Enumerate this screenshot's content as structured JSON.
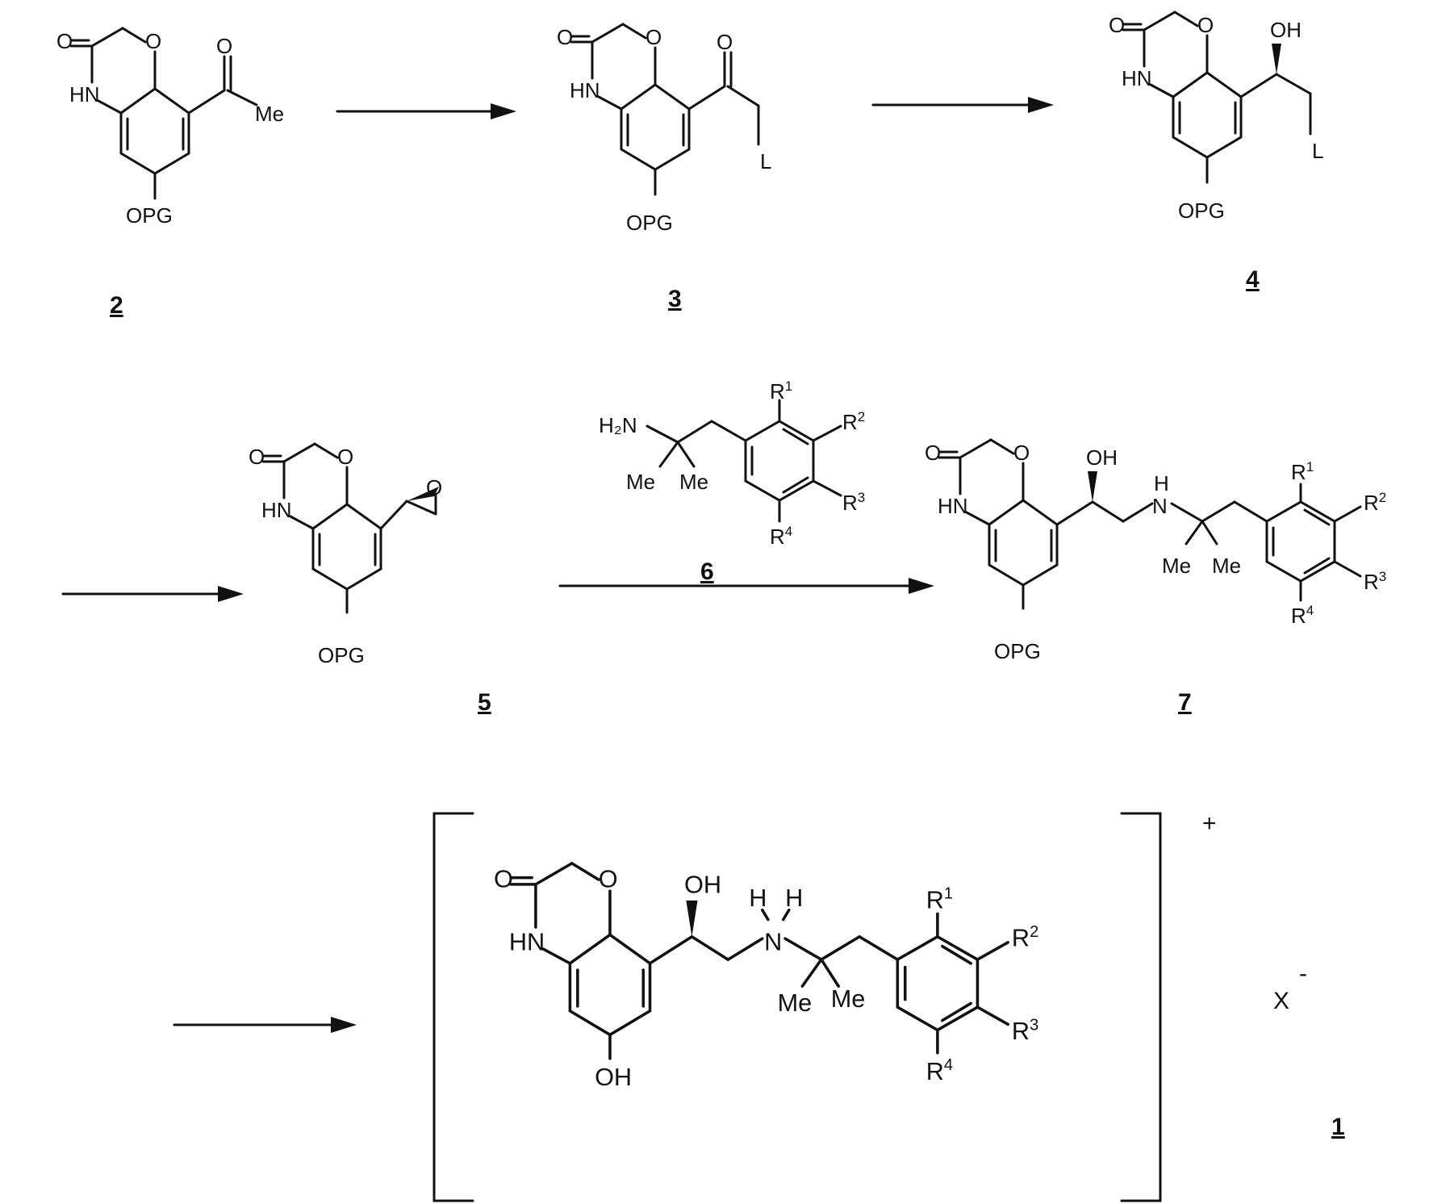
{
  "compounds": [
    {
      "id": "2",
      "labels": [
        "O",
        "O",
        "HN",
        "O",
        "Me",
        "OPG"
      ]
    },
    {
      "id": "3",
      "labels": [
        "O",
        "O",
        "HN",
        "O",
        "L",
        "OPG"
      ]
    },
    {
      "id": "4",
      "labels": [
        "O",
        "O",
        "HN",
        "OH",
        "L",
        "OPG"
      ]
    },
    {
      "id": "5",
      "labels": [
        "O",
        "O",
        "HN",
        "O",
        "OPG"
      ]
    },
    {
      "id": "6",
      "labels": [
        "H₂N",
        "Me",
        "Me",
        "R",
        "R",
        "R",
        "R"
      ],
      "superscripts": [
        "1",
        "2",
        "3",
        "4"
      ]
    },
    {
      "id": "7",
      "labels": [
        "O",
        "O",
        "HN",
        "OH",
        "H",
        "N",
        "Me",
        "Me",
        "R",
        "R",
        "R",
        "R",
        "OPG"
      ],
      "superscripts": [
        "1",
        "2",
        "3",
        "4"
      ]
    },
    {
      "id": "1",
      "labels": [
        "O",
        "O",
        "HN",
        "OH",
        "H",
        "H",
        "N",
        "Me",
        "Me",
        "R",
        "R",
        "R",
        "R",
        "OH"
      ],
      "superscripts": [
        "1",
        "2",
        "3",
        "4"
      ],
      "charge": "+",
      "counterion": "X",
      "counterion_charge": "-"
    }
  ],
  "arrows": [
    "2-to-3",
    "3-to-4",
    "4-to-5",
    "5-to-7",
    "7-to-1"
  ]
}
